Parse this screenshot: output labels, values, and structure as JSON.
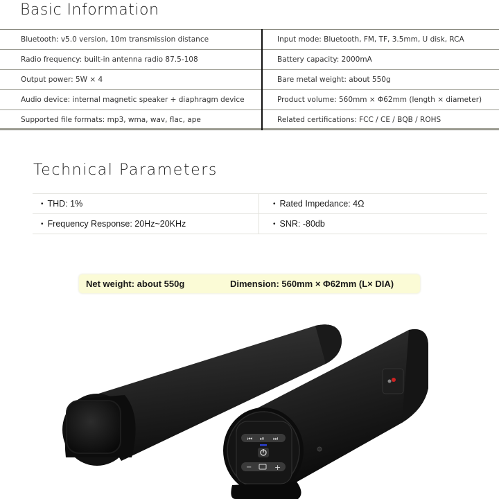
{
  "basic_information": {
    "title": "Basic Information",
    "rows": [
      {
        "left": "Bluetooth: v5.0 version, 10m transmission distance",
        "right": "Input mode: Bluetooth, FM, TF, 3.5mm, U disk, RCA"
      },
      {
        "left": "Radio frequency: built-in antenna radio 87.5-108",
        "right": "Battery capacity: 2000mA"
      },
      {
        "left": "Output power: 5W × 4",
        "right": "Bare metal weight: about 550g"
      },
      {
        "left": "Audio device: internal magnetic speaker + diaphragm device",
        "right": "Product volume: 560mm × Φ62mm (length × diameter)"
      },
      {
        "left": "Supported file formats: mp3, wma, wav, flac, ape",
        "right": "Related certifications: FCC / CE / BQB / ROHS"
      }
    ]
  },
  "technical_parameters": {
    "title": "Technical Parameters",
    "bullet": "•",
    "rows": [
      {
        "left": "THD:  1%",
        "right": "Rated Impedance:  4Ω"
      },
      {
        "left": "Frequency Response:  20Hz~20KHz",
        "right": "SNR:  -80db"
      }
    ]
  },
  "summary_box": {
    "net_weight": "Net weight: about 550g",
    "dimension": "Dimension: 560mm × Φ62mm (L× DIA)",
    "background": "#fbfbd6"
  },
  "product_image": {
    "description": "Two black cylindrical soundbar speakers",
    "control_panel": {
      "buttons": [
        "previous-track",
        "play-pause",
        "next-track",
        "power",
        "volume-down",
        "mode",
        "volume-up"
      ],
      "indicator_color": "#2a3fd0"
    }
  }
}
